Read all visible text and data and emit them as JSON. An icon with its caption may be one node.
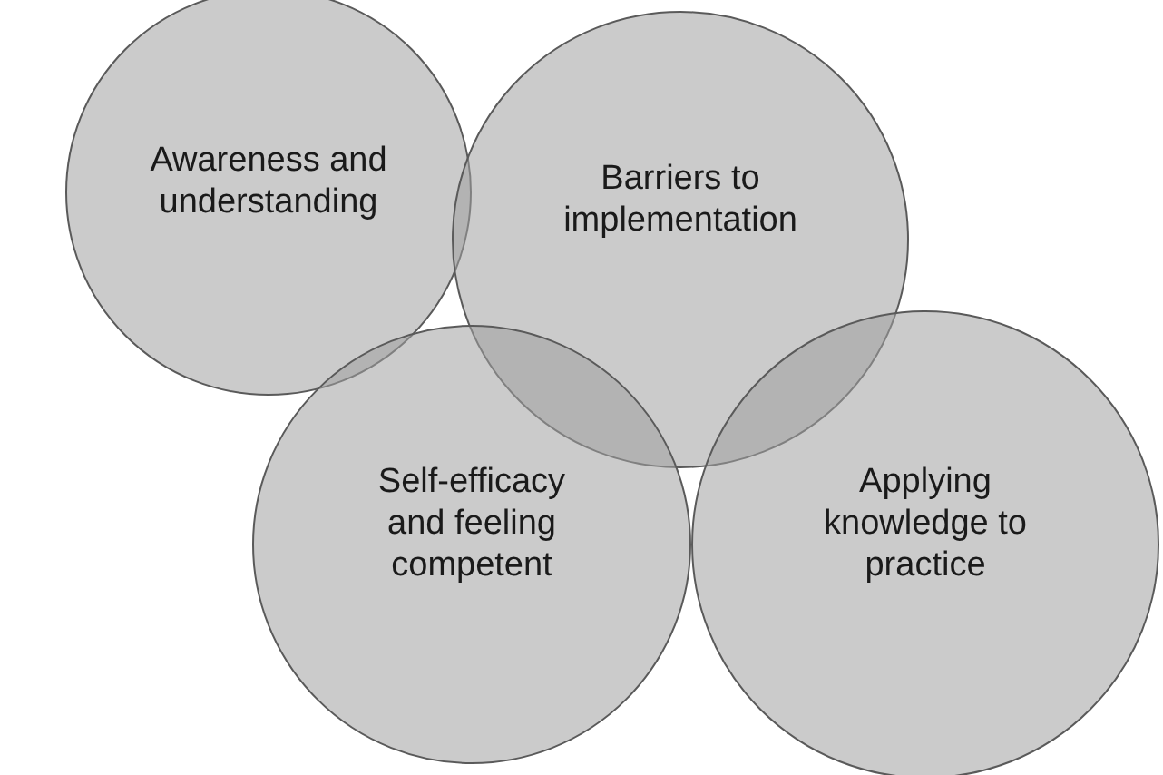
{
  "diagram": {
    "nodes": [
      {
        "text": [
          "Awareness and understanding"
        ]
      },
      {
        "text": [
          "Barriers to implementation"
        ]
      },
      {
        "text": [
          "Self-efficacy and feeling competent"
        ]
      },
      {
        "text": [
          "Applying knowledge to practice"
        ]
      }
    ]
  }
}
